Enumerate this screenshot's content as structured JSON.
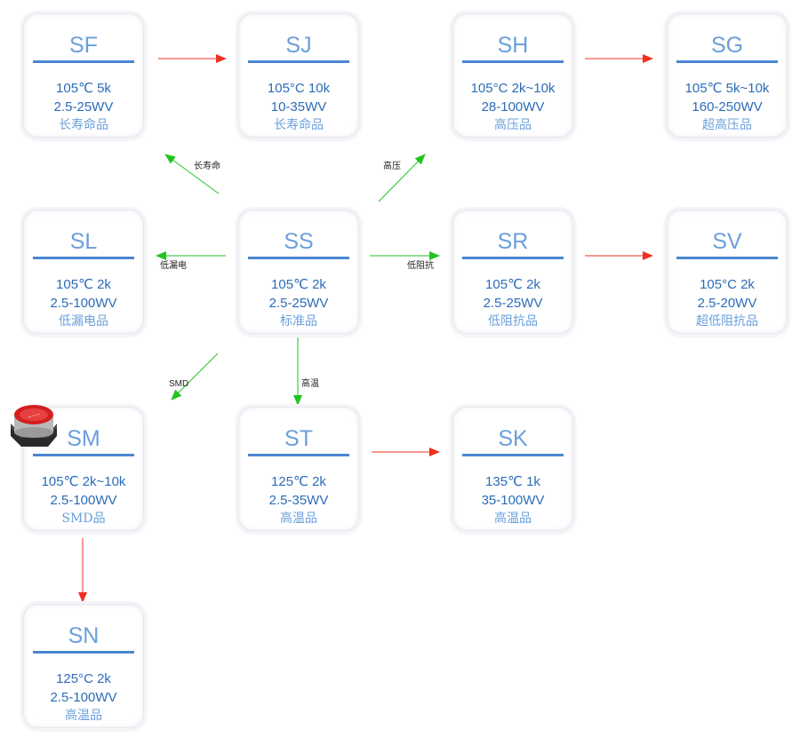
{
  "nodes": [
    {
      "id": "SF",
      "code": "SF",
      "spec": "105℃ 5k",
      "voltage": "2.5-25WV",
      "desc": "长寿命品"
    },
    {
      "id": "SJ",
      "code": "SJ",
      "spec": "105°C 10k",
      "voltage": "10-35WV",
      "desc": "长寿命品"
    },
    {
      "id": "SH",
      "code": "SH",
      "spec": "105°C 2k~10k",
      "voltage": "28-100WV",
      "desc": "高压品"
    },
    {
      "id": "SG",
      "code": "SG",
      "spec": "105℃ 5k~10k",
      "voltage": "160-250WV",
      "desc": "超高压品"
    },
    {
      "id": "SL",
      "code": "SL",
      "spec": "105℃ 2k",
      "voltage": "2.5-100WV",
      "desc": "低漏电品"
    },
    {
      "id": "SS",
      "code": "SS",
      "spec": "105℃ 2k",
      "voltage": "2.5-25WV",
      "desc": "标准品"
    },
    {
      "id": "SR",
      "code": "SR",
      "spec": "105℃ 2k",
      "voltage": "2.5-25WV",
      "desc": "低阻抗品"
    },
    {
      "id": "SV",
      "code": "SV",
      "spec": "105°C 2k",
      "voltage": "2.5-20WV",
      "desc": "超低阻抗品"
    },
    {
      "id": "SM",
      "code": "SM",
      "spec": "105℃ 2k~10k",
      "voltage": "2.5-100WV",
      "desc": "SMD品"
    },
    {
      "id": "ST",
      "code": "ST",
      "spec": "125℃ 2k",
      "voltage": "2.5-35WV",
      "desc": "高温品"
    },
    {
      "id": "SK",
      "code": "SK",
      "spec": "135℃ 1k",
      "voltage": "35-100WV",
      "desc": "高温品"
    },
    {
      "id": "SN",
      "code": "SN",
      "spec": "125°C 2k",
      "voltage": "2.5-100WV",
      "desc": "高温品"
    }
  ],
  "edges": [
    {
      "from": "SS",
      "to": "SF",
      "label": "长寿命",
      "color": "green"
    },
    {
      "from": "SS",
      "to": "SH",
      "label": "高压",
      "color": "green"
    },
    {
      "from": "SS",
      "to": "SL",
      "label": "低漏电",
      "color": "green"
    },
    {
      "from": "SS",
      "to": "SR",
      "label": "低阻抗",
      "color": "green"
    },
    {
      "from": "SS",
      "to": "SM",
      "label": "SMD",
      "color": "green"
    },
    {
      "from": "SS",
      "to": "ST",
      "label": "高温",
      "color": "green"
    },
    {
      "from": "SF",
      "to": "SJ",
      "label": "",
      "color": "red"
    },
    {
      "from": "SH",
      "to": "SG",
      "label": "",
      "color": "red"
    },
    {
      "from": "SR",
      "to": "SV",
      "label": "",
      "color": "red"
    },
    {
      "from": "ST",
      "to": "SK",
      "label": "",
      "color": "red"
    },
    {
      "from": "SM",
      "to": "SN",
      "label": "",
      "color": "red"
    }
  ],
  "colors": {
    "green": "#22c422",
    "red": "#ee3020"
  },
  "icons": {
    "component_image": "smd-capacitor-icon"
  }
}
